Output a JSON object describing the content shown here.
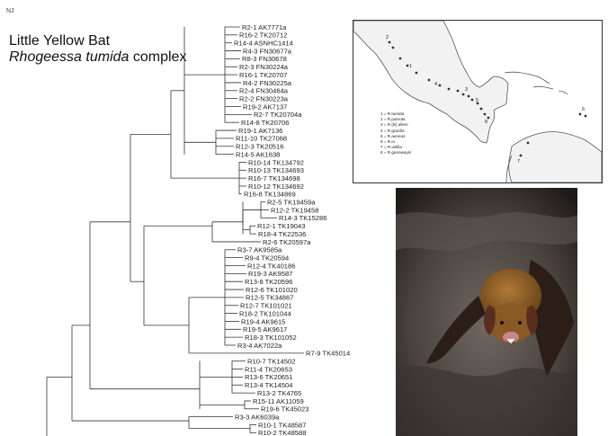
{
  "corner_label": "NJ",
  "title": "Little Yellow Bat",
  "subtitle_genus": "Rhogeessa tumida",
  "subtitle_rest": " complex",
  "leaves": [
    "R2-1 AK7771a",
    "R16-2 TK20712",
    "R14-4 ASNHC1414",
    "R4-3 FN30677a",
    "R8-3 FN30678",
    "R2-3 FN30224a",
    "R16-1 TK20707",
    "R4-2 FN30225a",
    "R2-4 FN30464a",
    "R2-2 FN30223a",
    "R19-2 AK7137",
    "R2-7 TK20704a",
    "R14-8 TK20706",
    "R19-1 AK7136",
    "R11-10 TK27068",
    "R12-3 TK20516",
    "R14-5 AK1638",
    "R10-14 TK134792",
    "R10-13 TK134693",
    "R16-7 TK134698",
    "R10-12 TK134692",
    "R16-8 TK134869",
    "R2-5 TK19459a",
    "R12-2 TK19458",
    "R14-3 TK15286",
    "R12-1 TK19043",
    "R18-4 TK22536",
    "R2-6 TK20597a",
    "R3-7 AK9585a",
    "R9-4 TK20594",
    "R12-4 TK40186",
    "R19-3 AK9587",
    "R13-8 TK20596",
    "R12-6 TK101020",
    "R12-5 TK34867",
    "R12-7 TK101021",
    "R18-2 TK101044",
    "R19-4 AK9615",
    "R19-5 AK9617",
    "R18-3 TK101052",
    "R3-4 AK7022a",
    "R7-9 TK45014",
    "R10-7 TK14502",
    "R11-4 TK20653",
    "R13-6 TK20651",
    "R13-4 TK14504",
    "R13-2 TK4765",
    "R15-11 AK11059",
    "R19-6 TK45023",
    "R3-3 AK6039a",
    "R10-1 TK48587",
    "R10-2 TK48588"
  ],
  "map": {
    "legend": [
      "1 = R.tumida",
      "2 = R.parvula",
      "3 = R.(B) alleni",
      "4 = R.gracilis",
      "5 = R.aeneus",
      "6 = R.io",
      "7 = R.velilla",
      "8 = R.genowaysi"
    ],
    "point_labels": [
      "1",
      "2",
      "3",
      "4",
      "5",
      "6",
      "7",
      "8"
    ]
  },
  "colors": {
    "map_land": "#efefef",
    "map_line": "#555555",
    "photo_bg": "#2b2622",
    "bat_fur": "#8a5a25"
  }
}
